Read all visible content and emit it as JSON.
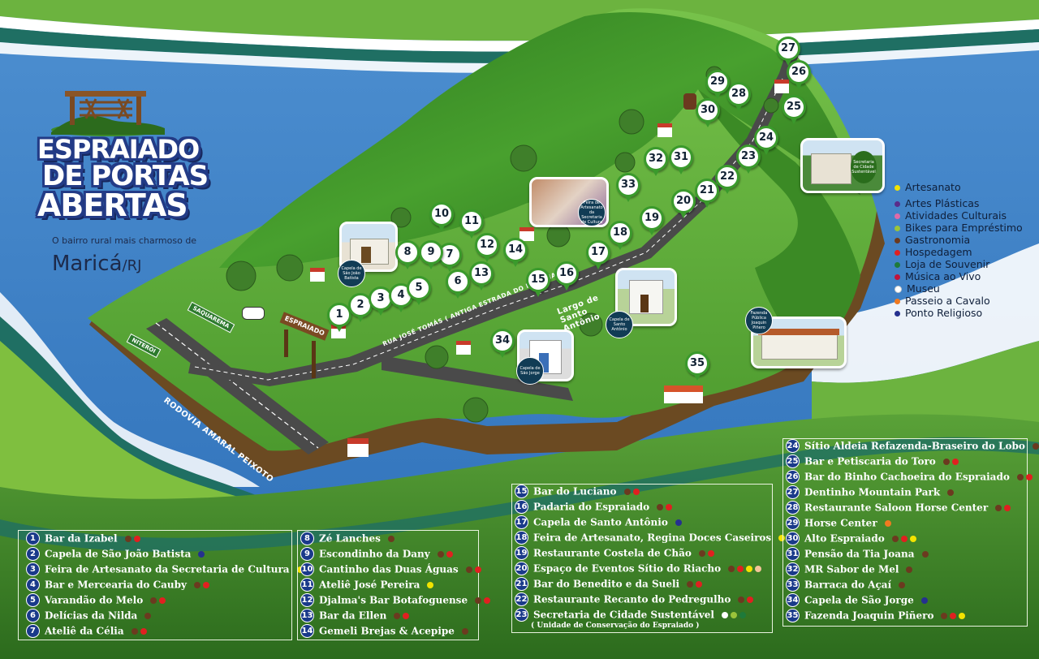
{
  "title": {
    "line1": "ESPRAIADO",
    "line2": "DE PORTAS",
    "line3": "ABERTAS"
  },
  "subtitle": "O bairro rural mais charmoso de",
  "city": {
    "name": "Maricá",
    "state": "/RJ"
  },
  "categories": [
    {
      "label": "Artesanato",
      "color": "#f2e300"
    },
    {
      "label": "Artes Plásticas",
      "color": "#5a2c8a"
    },
    {
      "label": "Atividades Culturais",
      "color": "#e06aa8"
    },
    {
      "label": "Bikes para Empréstimo",
      "color": "#9ac43a"
    },
    {
      "label": "Gastronomia",
      "color": "#6b3a1f"
    },
    {
      "label": "Hospedagem",
      "color": "#e02020"
    },
    {
      "label": "Loja de Souvenir",
      "color": "#1e7a3a"
    },
    {
      "label": "Música ao Vivo",
      "color": "#c0143c"
    },
    {
      "label": "Museu",
      "color": "#ffffff"
    },
    {
      "label": "Passeio a Cavalo",
      "color": "#f07a20"
    },
    {
      "label": "Ponto Religioso",
      "color": "#25308f"
    }
  ],
  "colors": {
    "artesanato": "#f2e300",
    "artes_plasticas": "#5a2c8a",
    "cultural": "#e06aa8",
    "bike": "#9ac43a",
    "gastronomia": "#6b3a1f",
    "hospedagem": "#e02020",
    "souvenir": "#1e7a3a",
    "musica": "#c0143c",
    "museu": "#ffffff",
    "cavalo": "#f07a20",
    "religioso": "#25308f",
    "peach": "#f3c49a"
  },
  "places_col1": [
    {
      "n": "1",
      "name": "Bar da Izabel",
      "dots": [
        "#6b3a1f",
        "#e02020"
      ]
    },
    {
      "n": "2",
      "name": "Capela de São João Batista",
      "dots": [
        "#25308f"
      ]
    },
    {
      "n": "3",
      "name": "Feira de Artesanato da Secretaria de Cultura",
      "dots": [
        "#f2e300"
      ]
    },
    {
      "n": "4",
      "name": "Bar e Mercearia do Cauby",
      "dots": [
        "#6b3a1f",
        "#e02020"
      ]
    },
    {
      "n": "5",
      "name": "Varandão do Melo",
      "dots": [
        "#6b3a1f",
        "#e02020"
      ]
    },
    {
      "n": "6",
      "name": "Delícias da Nilda",
      "dots": [
        "#6b3a1f"
      ]
    },
    {
      "n": "7",
      "name": "Ateliê  da Célia",
      "dots": [
        "#6b3a1f",
        "#e02020"
      ]
    }
  ],
  "places_col2": [
    {
      "n": "8",
      "name": "Zé Lanches",
      "dots": [
        "#6b3a1f"
      ]
    },
    {
      "n": "9",
      "name": "Escondinho da Dany",
      "dots": [
        "#6b3a1f",
        "#e02020"
      ]
    },
    {
      "n": "10",
      "name": "Cantinho das Duas Águas",
      "dots": [
        "#6b3a1f",
        "#e02020"
      ]
    },
    {
      "n": "11",
      "name": "Ateliê José Pereira",
      "dots": [
        "#f2e300"
      ]
    },
    {
      "n": "12",
      "name": "Djalma's Bar Botafoguense",
      "dots": [
        "#6b3a1f",
        "#e02020"
      ]
    },
    {
      "n": "13",
      "name": "Bar da Ellen",
      "dots": [
        "#6b3a1f",
        "#e02020"
      ]
    },
    {
      "n": "14",
      "name": "Gemeli Brejas & Acepipe",
      "dots": [
        "#6b3a1f"
      ]
    }
  ],
  "places_col3": [
    {
      "n": "15",
      "name": "Bar do Luciano",
      "dots": [
        "#6b3a1f",
        "#e02020"
      ]
    },
    {
      "n": "16",
      "name": "Padaria do Espraiado",
      "dots": [
        "#6b3a1f",
        "#e02020"
      ]
    },
    {
      "n": "17",
      "name": "Capela de Santo Antônio",
      "dots": [
        "#25308f"
      ]
    },
    {
      "n": "18",
      "name": "Feira de Artesanato, Regina Doces Caseiros",
      "dots": [
        "#f2e300",
        "#6b3a1f"
      ]
    },
    {
      "n": "19",
      "name": "Restaurante Costela de Chão",
      "dots": [
        "#6b3a1f",
        "#e02020"
      ]
    },
    {
      "n": "20",
      "name": "Espaço de Eventos Sítio do Riacho",
      "dots": [
        "#6b3a1f",
        "#e02020",
        "#f2e300",
        "#f3c49a"
      ]
    },
    {
      "n": "21",
      "name": "Bar do Benedito e da Sueli",
      "dots": [
        "#6b3a1f",
        "#e02020"
      ]
    },
    {
      "n": "22",
      "name": "Restaurante Recanto do Pedregulho",
      "dots": [
        "#6b3a1f",
        "#e02020"
      ]
    },
    {
      "n": "23",
      "name": "Secretaria de Cidade Sustentável",
      "dots": [
        "#ffffff",
        "#9ac43a",
        "#1e7a3a"
      ]
    }
  ],
  "place23_sub": "( Unidade de Conservação do Espraiado )",
  "places_col4": [
    {
      "n": "24",
      "name": "Sítio Aldeia Refazenda-Braseiro do Lobo",
      "dots": [
        "#6b3a1f",
        "#e06aa8"
      ]
    },
    {
      "n": "25",
      "name": "Bar e Petiscaria do Toro",
      "dots": [
        "#6b3a1f",
        "#e02020"
      ]
    },
    {
      "n": "26",
      "name": "Bar do Binho Cachoeira do Espraiado",
      "dots": [
        "#6b3a1f",
        "#e02020"
      ]
    },
    {
      "n": "27",
      "name": "Dentinho Mountain Park",
      "dots": [
        "#6b3a1f"
      ]
    },
    {
      "n": "28",
      "name": "Restaurante Saloon Horse Center",
      "dots": [
        "#6b3a1f",
        "#e02020"
      ]
    },
    {
      "n": "29",
      "name": "Horse Center",
      "dots": [
        "#f07a20"
      ]
    },
    {
      "n": "30",
      "name": "Alto Espraiado",
      "dots": [
        "#6b3a1f",
        "#e02020",
        "#f2e300"
      ]
    },
    {
      "n": "31",
      "name": "Pensão da Tia Joana",
      "dots": [
        "#6b3a1f"
      ]
    },
    {
      "n": "32",
      "name": "MR Sabor de Mel",
      "dots": [
        "#6b3a1f"
      ]
    },
    {
      "n": "33",
      "name": "Barraca do Açaí",
      "dots": [
        "#6b3a1f"
      ]
    },
    {
      "n": "34",
      "name": "Capela de São Jorge",
      "dots": [
        "#25308f"
      ]
    },
    {
      "n": "35",
      "name": "Fazenda Joaquin Piñero",
      "dots": [
        "#6b3a1f",
        "#e02020",
        "#f2e300"
      ]
    }
  ],
  "map_labels": {
    "rodovia": "RODOVIA AMARAL PEIXOTO",
    "rua": "RUA JOSÉ TOMÁS ( ANTIGA ESTRADA DO ESPRAIADO)",
    "largo": "Largo de Santo Antônio",
    "saquarema": "SAQUAREMA",
    "niteroi": "NITERÓI",
    "espraiado_sign": "ESPRAIADO"
  },
  "photo_captions": {
    "sao_joao": "Capela de São João Batista",
    "santo_antonio": "Capela de Santo Antônio",
    "sao_jorge": "Capela de São Jorge",
    "feira": "Feira de Artesanato da Secretaria de Cultura",
    "secretaria": "Secretaria de Cidade Sustentável",
    "fazenda": "Fazenda Pública Joaquin Piñero"
  },
  "pins": [
    "1",
    "2",
    "3",
    "4",
    "5",
    "6",
    "7",
    "8",
    "9",
    "10",
    "11",
    "12",
    "13",
    "14",
    "15",
    "16",
    "17",
    "18",
    "19",
    "20",
    "21",
    "22",
    "23",
    "24",
    "25",
    "26",
    "27",
    "28",
    "29",
    "30",
    "31",
    "32",
    "33",
    "34",
    "35"
  ]
}
